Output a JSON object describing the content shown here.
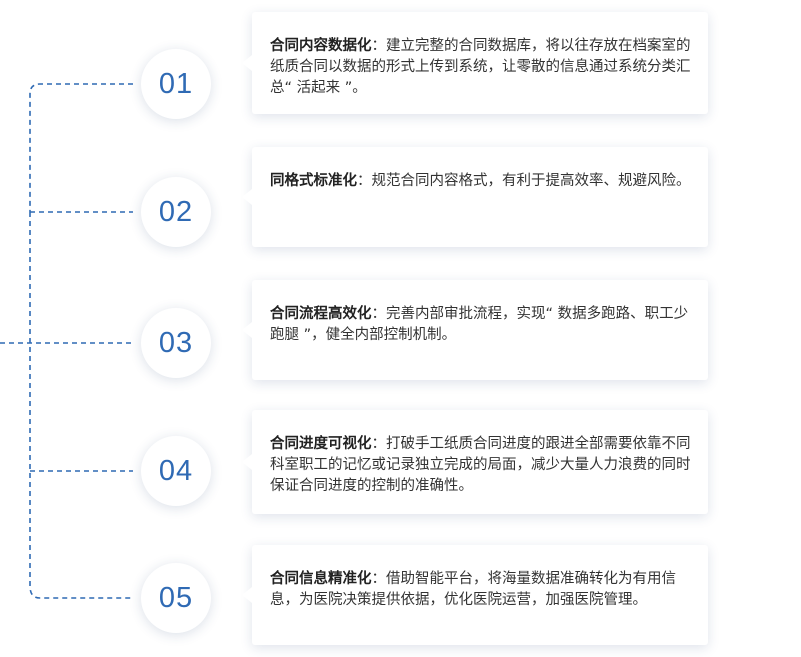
{
  "steps": [
    {
      "number": "01",
      "title": "合同内容数据化",
      "text": "建立完整的合同数据库，将以往存放在档案室的纸质合同以数据的形式上传到系统，让零散的信息通过系统分类汇总“ 活起来 ”。"
    },
    {
      "number": "02",
      "title": "同格式标准化",
      "text": "规范合同内容格式，有利于提高效率、规避风险。"
    },
    {
      "number": "03",
      "title": "合同流程高效化",
      "text": "完善内部审批流程，实现“ 数据多跑路、职工少跑腿 ”，健全内部控制机制。"
    },
    {
      "number": "04",
      "title": "合同进度可视化",
      "text": "打破手工纸质合同进度的跟进全部需要依靠不同科室职工的记忆或记录独立完成的局面，减少大量人力浪费的同时保证合同进度的控制的准确性。"
    },
    {
      "number": "05",
      "title": "合同信息精准化",
      "text": "借助智能平台，将海量数据准确转化为有用信息，为医院决策提供依据，优化医院运营，加强医院管理。"
    }
  ],
  "colors": {
    "accent": "#2f6ab4",
    "line": "#2f6ab4"
  }
}
